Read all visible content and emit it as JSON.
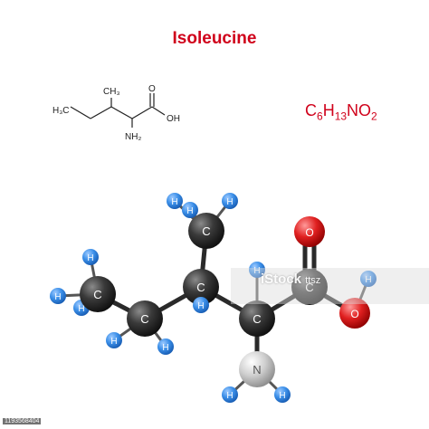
{
  "title": "Isoleucine",
  "formula": {
    "parts": [
      {
        "text": "C",
        "sub": "6"
      },
      {
        "text": "H",
        "sub": "13"
      },
      {
        "text": "NO",
        "sub": "2"
      }
    ]
  },
  "skeletal": {
    "labels": {
      "ch3_left": "H₃C",
      "ch3_top": "CH₃",
      "oxygen_top": "O",
      "hydroxyl": "OH",
      "amine": "NH₂"
    }
  },
  "model": {
    "atom_labels": {
      "carbon": "C",
      "hydrogen": "H",
      "nitrogen": "N",
      "oxygen": "O"
    }
  },
  "colors": {
    "title": "#d0021b",
    "formula": "#d0021b",
    "carbon": "#3a3a3a",
    "hydrogen": "#3b8fe8",
    "nitrogen": "#cfcfcf",
    "oxygen": "#e02020",
    "bond": "#2a2a2a"
  },
  "watermark": {
    "brand": "iStock",
    "credit": "ttsz",
    "stock_id": "1193568404"
  }
}
